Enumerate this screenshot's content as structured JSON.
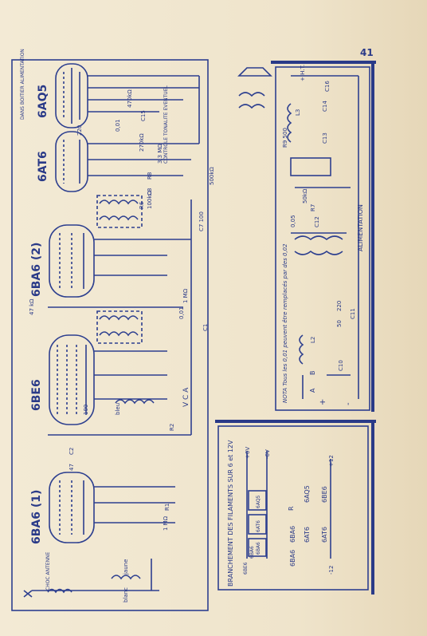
{
  "page_number": "41",
  "tubes": [
    "6AQ5",
    "6AT6",
    "6BA6 (2)",
    "6BE6",
    "6BA6 (1)"
  ],
  "top_labels": {
    "dans_boitier": "DANS BOITIER ALIMENTATION",
    "controle": "CONTROLE TONALITE EVENTUEL",
    "vca": "V C A"
  },
  "components": {
    "r_470k": "470kΩ",
    "r_270k": "270kΩ",
    "c_220": "220",
    "c_001": "0,01",
    "c15": "C15",
    "r_3_3m": "3,3 MΩ",
    "r8": "R8",
    "c8": "C8",
    "pot_500k": "500kΩ",
    "r_100k": "100kΩ",
    "r6": "R6",
    "c7": "C7 100",
    "r_1m": "1 MΩ",
    "c1": "C1",
    "r_47k": "47 kΩ",
    "c_001b": "0,01",
    "r_1m_b": "1 MΩ",
    "r1": "R1",
    "r2": "R2",
    "c2": "C2",
    "c_47": "47",
    "c_100": "100",
    "bleu": "bleu",
    "jaune": "jaune",
    "blanc": "blanc",
    "choc": "CHOC ANTENNE"
  },
  "alimentation": {
    "title": "ALIMENTATION",
    "ht": "+ H.T.",
    "c16": "C16",
    "c14": "C14",
    "c13": "C13",
    "l3": "L3",
    "r9": "R9 500",
    "r7": "R7",
    "r_50k": "50kΩ",
    "c12": "C12",
    "c_005": "0,05",
    "l2": "L2",
    "c10": "C10",
    "c11": "C11",
    "c_220": "220",
    "c_50": "50",
    "b": "B",
    "a": "A",
    "plus": "+",
    "minus": "-",
    "nota": "NOTA Tous les 0,01 peuvent être remplacés par des 0,02"
  },
  "filaments": {
    "title": "BRANCHEMENT DES FILAMENTS SUR 6 et 12V",
    "plus6": "+6V",
    "minus6": "-6V",
    "plus12": "+12",
    "minus12": "-12",
    "r": "R",
    "tubes_6v": [
      "6AQ5",
      "6AT6",
      "6BA6",
      "6BA6",
      "6BE6"
    ],
    "tubes_12v_a": [
      "6AQ5",
      "6AT6"
    ],
    "tubes_12v_b": [
      "6BE6",
      "6AT6"
    ],
    "tubes_12v_c": [
      "6BA6",
      "6BA6"
    ]
  }
}
